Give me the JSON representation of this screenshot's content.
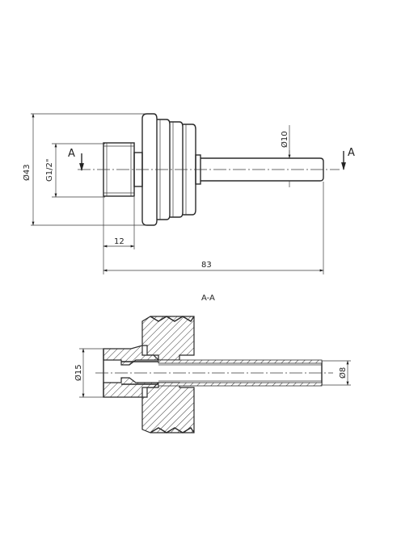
{
  "views": {
    "side": {
      "dimensions": {
        "diameter_43": "Ø43",
        "thread": "G1/2\"",
        "diameter_10": "Ø10",
        "length_12": "12",
        "length_83": "83"
      },
      "section_markers": {
        "left": "A",
        "right": "A"
      }
    },
    "section": {
      "label": "A-A",
      "dimensions": {
        "diameter_15": "Ø15",
        "diameter_8": "Ø8"
      }
    }
  }
}
